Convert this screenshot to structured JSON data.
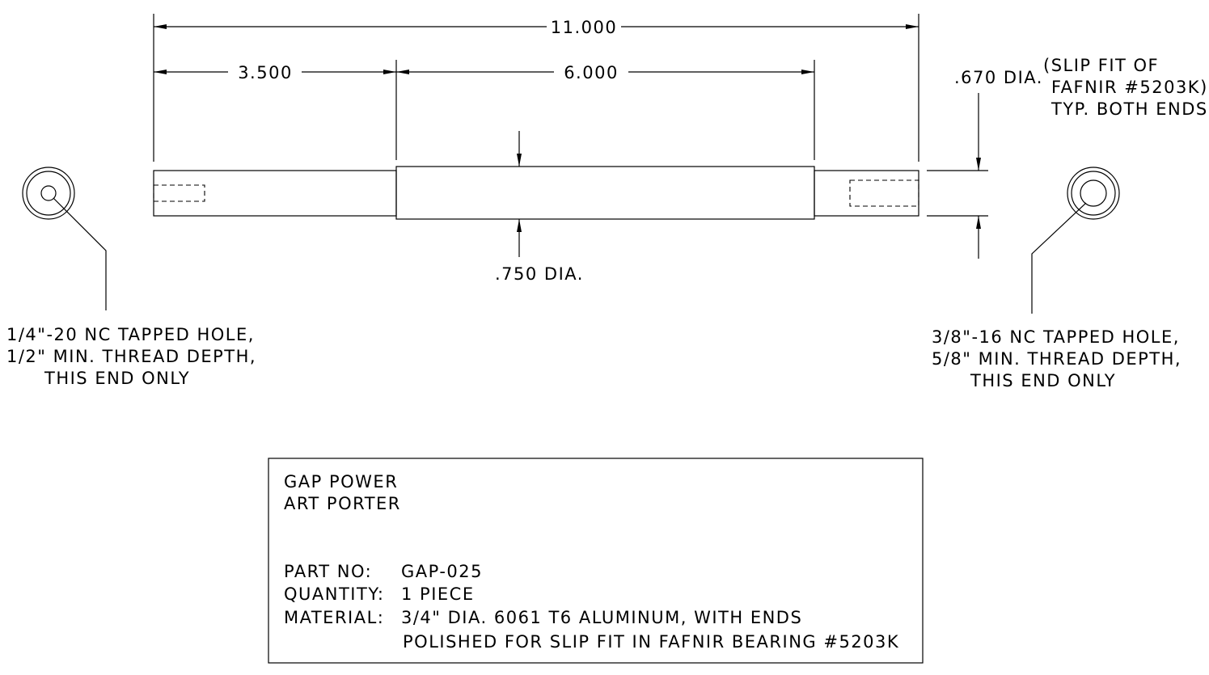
{
  "dimensions": {
    "overall_length": "11.000",
    "left_end_length": "3.500",
    "center_length": "6.000",
    "center_diameter": ".750 DIA.",
    "end_diameter": ".670 DIA."
  },
  "notes": {
    "slip_fit": [
      "(SLIP FIT OF",
      "FAFNIR #5203K)",
      "TYP. BOTH ENDS"
    ],
    "left_hole": [
      "1/4\"-20 NC TAPPED HOLE,",
      "1/2\" MIN. THREAD DEPTH,",
      "THIS END ONLY"
    ],
    "right_hole": [
      "3/8\"-16 NC TAPPED HOLE,",
      "5/8\" MIN. THREAD DEPTH,",
      "THIS END ONLY"
    ]
  },
  "title_block": {
    "company": "GAP POWER",
    "person": "ART PORTER",
    "part_no_label": "PART NO:",
    "part_no": "GAP-025",
    "quantity_label": "QUANTITY:",
    "quantity": "1 PIECE",
    "material_label": "MATERIAL:",
    "material_line1": "3/4\" DIA. 6061 T6 ALUMINUM, WITH ENDS",
    "material_line2": "POLISHED FOR SLIP FIT IN FAFNIR BEARING #5203K"
  }
}
